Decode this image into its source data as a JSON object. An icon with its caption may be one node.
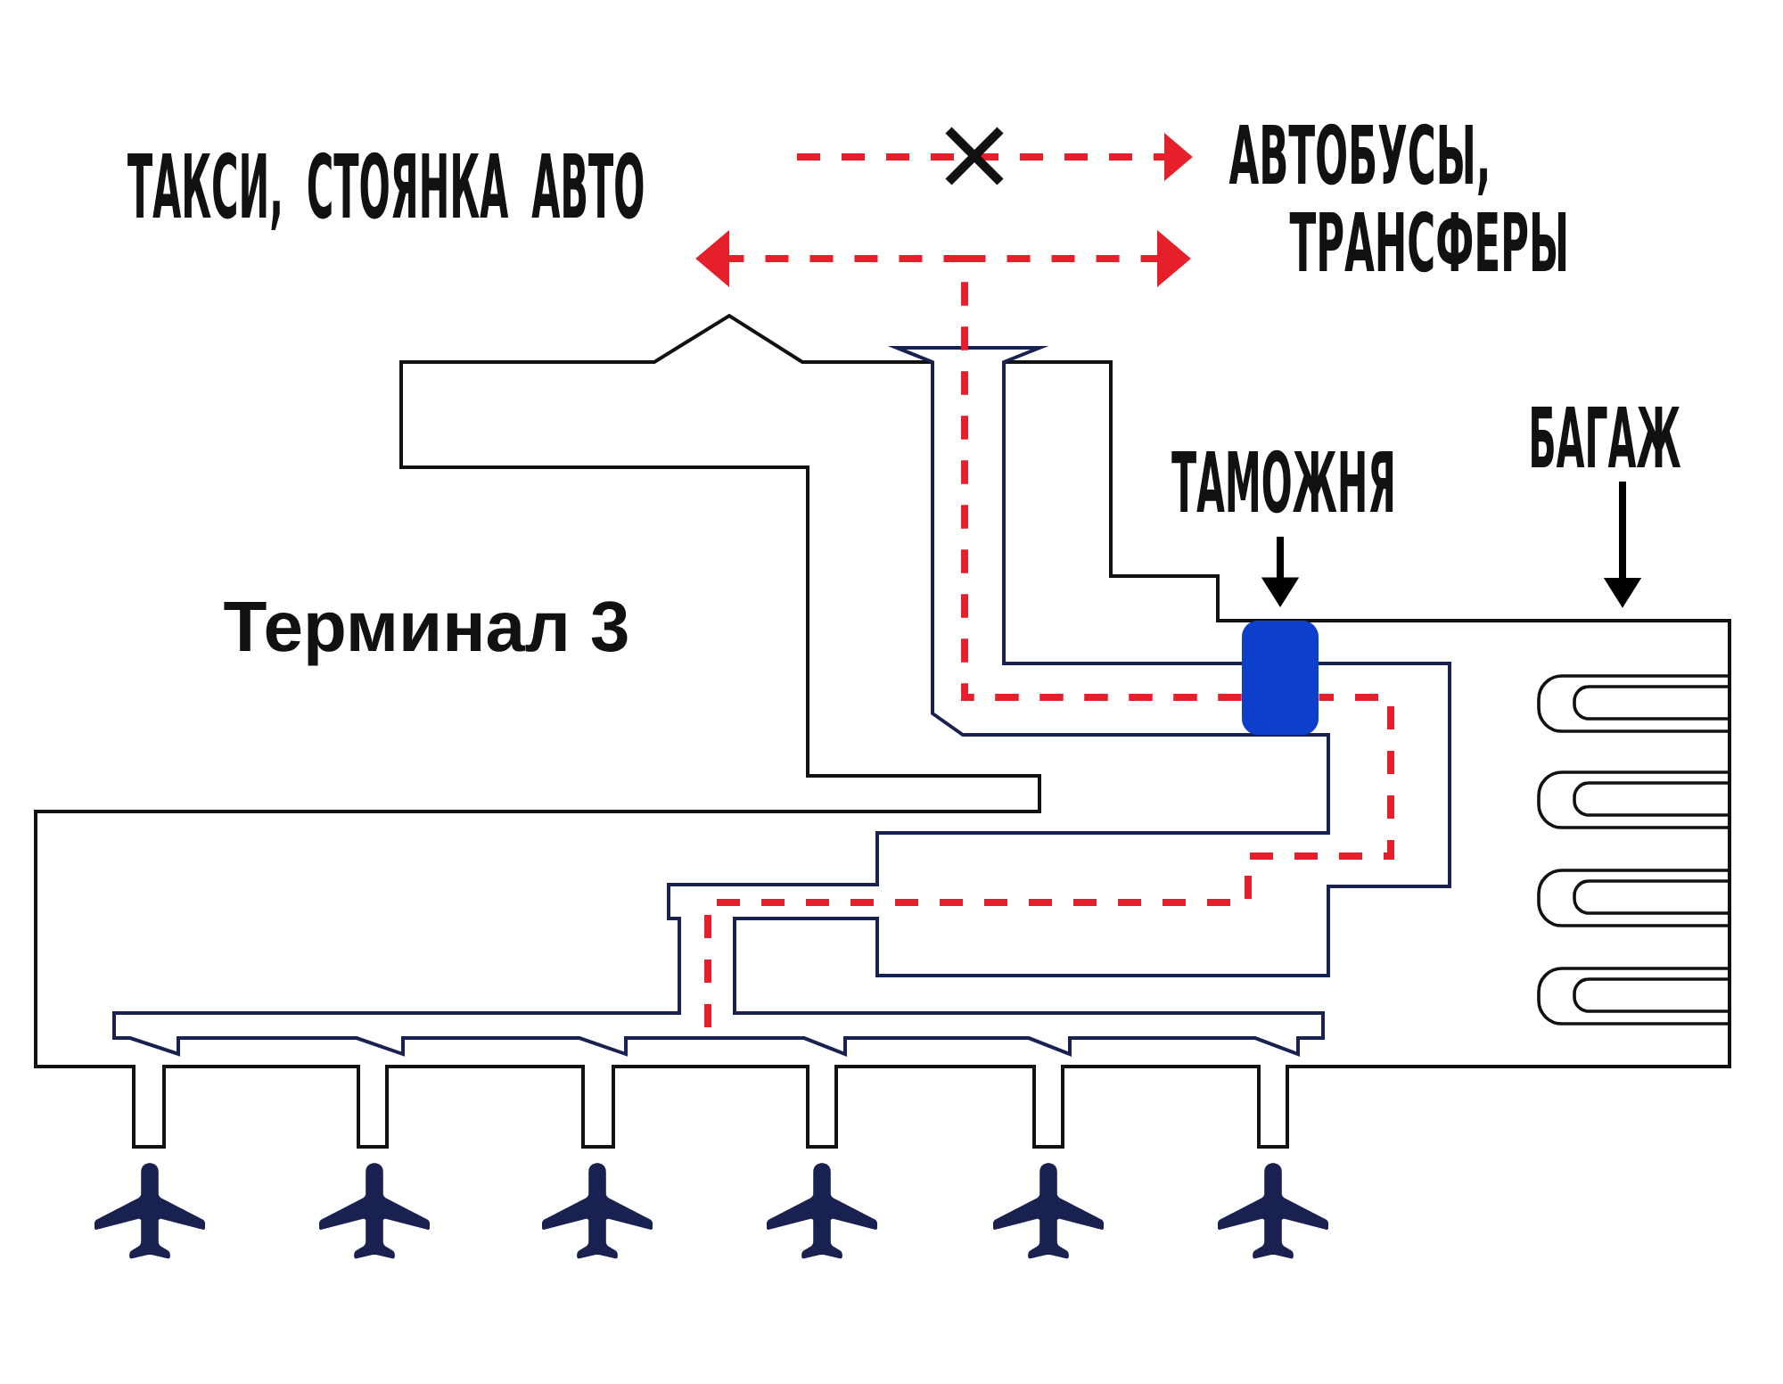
{
  "diagram": {
    "nodes": [
      {
        "text": [
          "ТАКСИ, СТОЯНКА АВТО"
        ]
      },
      {
        "text": [
          "АВТОБУСЫ, ТРАНСФЕРЫ"
        ]
      },
      {
        "text": [
          "БАГАЖ"
        ]
      },
      {
        "text": [
          "ТАМОЖНЯ"
        ]
      },
      {
        "text": [],
        "shape": "box"
      }
    ],
    "edges": [
      {
        "from": 3,
        "to": 4,
        "arrow": "to",
        "color": "#000000"
      },
      {
        "from": 2,
        "to": null,
        "arrow": "to",
        "color": "#000000"
      },
      {
        "from": null,
        "to": 4,
        "arrow": "none",
        "style": "dashed",
        "color": "#e5202a"
      },
      {
        "from": 4,
        "to": 0,
        "arrow": "to",
        "style": "dashed",
        "color": "#e5202a"
      },
      {
        "from": 4,
        "to": 1,
        "arrow": "to",
        "style": "dashed",
        "color": "#e5202a"
      },
      {
        "from": null,
        "to": 1,
        "arrow": "to",
        "style": "dashed",
        "color": "#e5202a"
      }
    ],
    "labels": [
      "Терминал 3"
    ]
  }
}
